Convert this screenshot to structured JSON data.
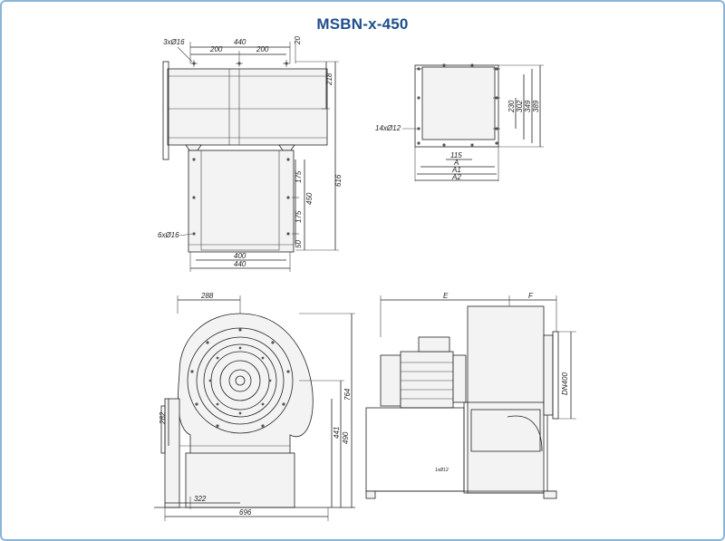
{
  "title": "MSBN-x-450",
  "colors": {
    "title": "#1f4e8c",
    "frame": "#8ab4d8",
    "line": "#222222"
  },
  "top_view": {
    "dims": {
      "overall_width": "440",
      "bolt_spacing_1": "200",
      "bolt_spacing_2": "200",
      "flange_offset": "20",
      "holes_top": "3xØ16",
      "height_upper": "218",
      "total_height": "616",
      "gap_175_upper": "175",
      "gap_175_lower": "175",
      "height_450": "450",
      "offset_50": "50",
      "holes_side": "6xØ16",
      "base_inner": "400",
      "base_outer": "440"
    }
  },
  "flange_view": {
    "dims": {
      "holes": "14xØ12",
      "d115": "115",
      "dA": "A",
      "dA1": "A1",
      "dA2": "A2",
      "h230": "230",
      "h302": "302",
      "h349": "349",
      "h389": "389"
    }
  },
  "front_view": {
    "dims": {
      "w288": "288",
      "h282": "282",
      "h764": "764",
      "h441": "441",
      "h490": "490",
      "w322": "322",
      "w696": "696"
    }
  },
  "side_view": {
    "dims": {
      "E": "E",
      "F": "F",
      "DN400": "DN400",
      "plate": "1xØ12"
    }
  }
}
